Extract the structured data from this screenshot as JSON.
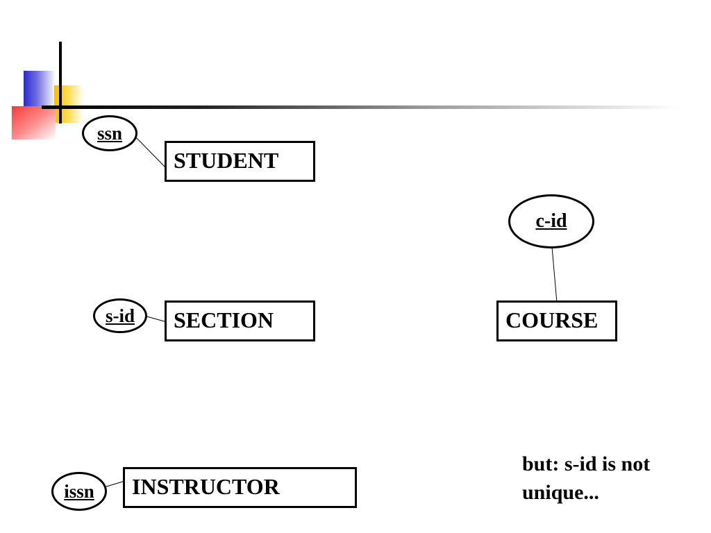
{
  "diagram": {
    "entities": {
      "student": "STUDENT",
      "section": "SECTION",
      "course": "COURSE",
      "instructor": "INSTRUCTOR"
    },
    "attributes": {
      "ssn": "ssn",
      "s_id": "s-id",
      "c_id": "c-id",
      "issn": "issn"
    },
    "note": "but: s-id is not unique..."
  }
}
